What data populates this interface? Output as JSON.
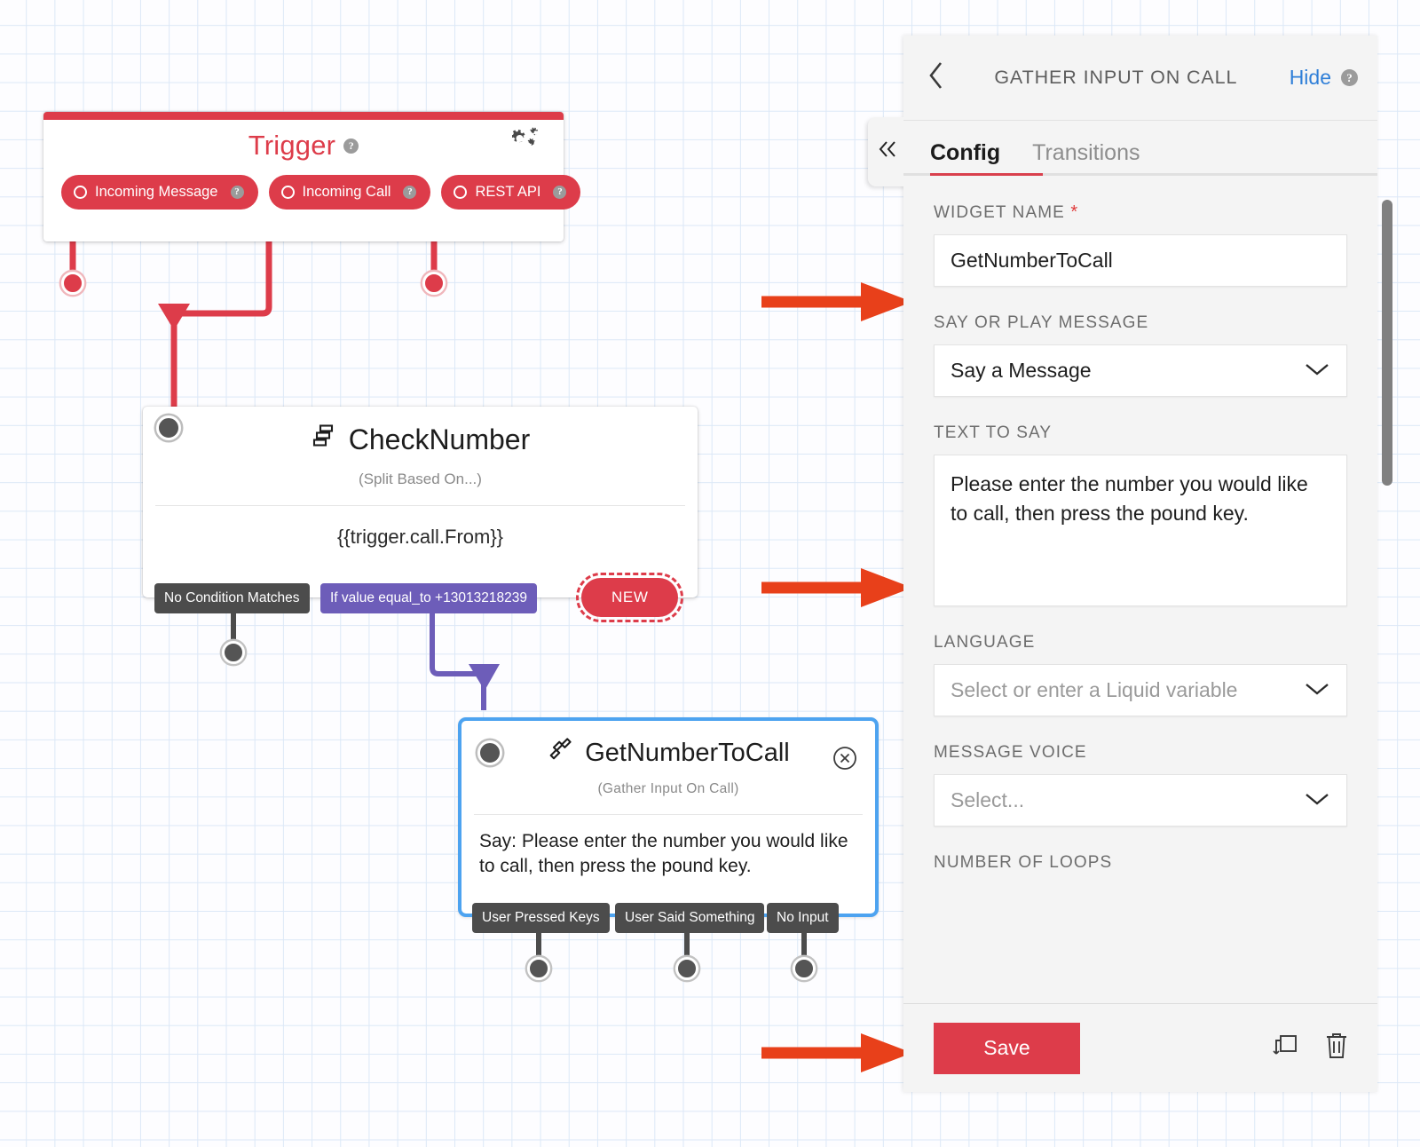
{
  "canvas": {
    "trigger": {
      "title": "Trigger",
      "help_icon": "help-circle-icon",
      "gear_icon": "gears-icon",
      "pills": [
        {
          "label": "Incoming Message",
          "icon": "radio-circle-icon"
        },
        {
          "label": "Incoming Call",
          "icon": "radio-circle-icon"
        },
        {
          "label": "REST API",
          "icon": "radio-circle-icon"
        }
      ]
    },
    "check_number": {
      "icon": "split-branch-icon",
      "title": "CheckNumber",
      "subtitle": "(Split Based On...)",
      "body": "{{trigger.call.From}}",
      "transitions": [
        {
          "label": "No Condition Matches",
          "style": "dark"
        },
        {
          "label": "If value equal_to +13013218239",
          "style": "purple"
        }
      ],
      "new_button": "NEW"
    },
    "get_number_to_call": {
      "icon": "phone-icon",
      "title": "GetNumberToCall",
      "subtitle": "(Gather Input On Call)",
      "body": "Say: Please enter the number you would like to call, then press the pound key.",
      "close_icon": "close-circle-icon",
      "transitions": [
        {
          "label": "User Pressed Keys"
        },
        {
          "label": "User Said Something"
        },
        {
          "label": "No Input"
        }
      ]
    }
  },
  "panel": {
    "back_icon": "chevron-left-icon",
    "title": "GATHER INPUT ON CALL",
    "hide_label": "Hide",
    "help_icon": "help-circle-icon",
    "collapse_icon": "double-chevron-left-icon",
    "tabs": [
      {
        "label": "Config",
        "active": true
      },
      {
        "label": "Transitions",
        "active": false
      }
    ],
    "fields": {
      "widget_name": {
        "label": "WIDGET NAME",
        "required_marker": "*",
        "value": "GetNumberToCall"
      },
      "say_or_play": {
        "label": "SAY OR PLAY MESSAGE",
        "value": "Say a Message",
        "chevron_icon": "chevron-down-icon"
      },
      "text_to_say": {
        "label": "TEXT TO SAY",
        "value": "Please enter the number you would like to call, then press the pound key."
      },
      "language": {
        "label": "LANGUAGE",
        "placeholder": "Select or enter a Liquid variable",
        "chevron_icon": "chevron-down-icon"
      },
      "message_voice": {
        "label": "MESSAGE VOICE",
        "placeholder": "Select...",
        "chevron_icon": "chevron-down-icon"
      },
      "number_of_loops": {
        "label": "NUMBER OF LOOPS"
      }
    },
    "footer": {
      "save_label": "Save",
      "duplicate_icon": "duplicate-icon",
      "delete_icon": "trash-icon"
    }
  },
  "colors": {
    "brand_red": "#dd3c4a",
    "annotation_orange": "#e8401a",
    "purple": "#6d5db9",
    "selected_blue": "#4da3f0",
    "link_blue": "#2f7fd8"
  }
}
